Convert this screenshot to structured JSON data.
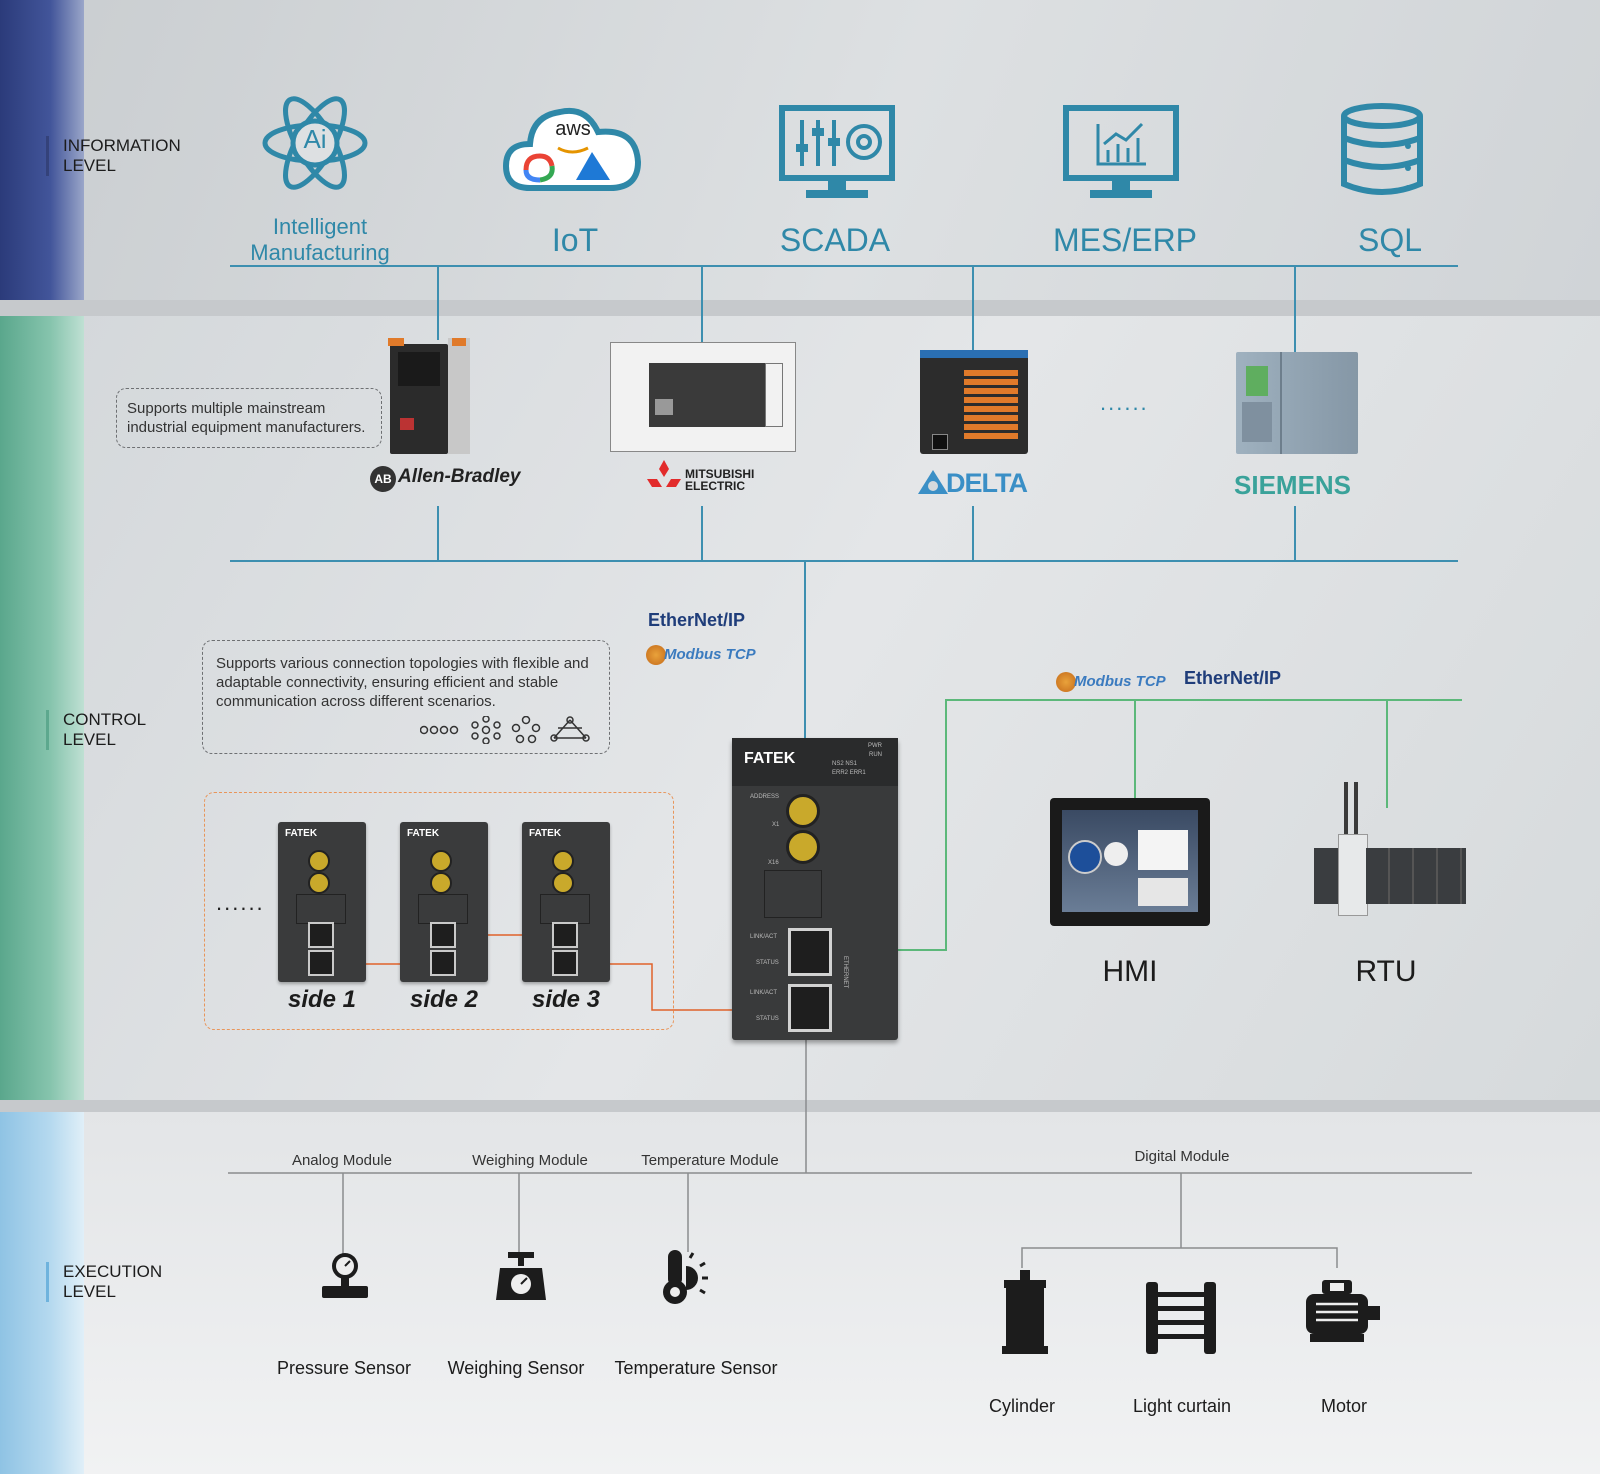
{
  "levels": {
    "information": [
      "INFORMATION",
      "LEVEL"
    ],
    "control": [
      "CONTROL",
      "LEVEL"
    ],
    "execution": [
      "EXECUTION",
      "LEVEL"
    ]
  },
  "information_items": {
    "ai": {
      "icon": "ai-atom-icon",
      "glyph": "Ai",
      "label": [
        "Intelligent",
        "Manufacturing"
      ]
    },
    "iot": {
      "icon": "aws-cloud-icon",
      "glyph": "aws",
      "label": "IoT"
    },
    "scada": {
      "icon": "scada-monitor-icon",
      "label": "SCADA"
    },
    "meserp": {
      "icon": "chart-monitor-icon",
      "label": "MES/ERP"
    },
    "sql": {
      "icon": "database-icon",
      "label": "SQL"
    }
  },
  "manufacturers": {
    "note": [
      "Supports multiple mainstream",
      "industrial equipment manufacturers."
    ],
    "allen_bradley": {
      "badge": "AB",
      "name": "Allen-Bradley"
    },
    "mitsubishi": [
      "MITSUBISHI",
      "ELECTRIC"
    ],
    "delta": "DELTA",
    "ellipsis": "......",
    "siemens": "SIEMENS"
  },
  "topology": {
    "note": [
      "Supports various connection topologies with flexible and",
      "adaptable connectivity, ensuring efficient and stable",
      "communication across different scenarios."
    ],
    "icons": [
      "line-topology-icon",
      "star-topology-icon",
      "ring-topology-icon",
      "mesh-topology-icon"
    ]
  },
  "protocols": {
    "ethernet_ip": "EtherNet/IP",
    "modbus_tcp": "Modbus TCP"
  },
  "fatek": {
    "brand": "FATEK",
    "indicators": [
      "PWR",
      "RUN",
      "NS2",
      "NS1",
      "ERR2",
      "ERR1"
    ],
    "address": "ADDRESS",
    "x1": "X1",
    "x16": "X16",
    "port_labels": [
      "LINK/ACT",
      "STATUS",
      "LINK/ACT",
      "STATUS"
    ],
    "ethernet": "ETHERNET"
  },
  "slaves": {
    "ellipsis": "......",
    "labels": [
      "side 1",
      "side 2",
      "side 3"
    ],
    "brand": "FATEK"
  },
  "devices": {
    "hmi": "HMI",
    "rtu": "RTU"
  },
  "modules": {
    "analog": "Analog Module",
    "weighing": "Weighing Module",
    "temperature": "Temperature Module",
    "digital": "Digital Module"
  },
  "sensors": {
    "pressure": "Pressure Sensor",
    "weighing": "Weighing Sensor",
    "temperature": "Temperature Sensor",
    "cylinder": "Cylinder",
    "light_curtain": "Light curtain",
    "motor": "Motor"
  },
  "colors": {
    "info_blue": "#2f88a8",
    "wire_blue": "#3d8fb0",
    "wire_green": "#5cb87a",
    "wire_orange": "#e0622a",
    "dash_orange": "#e8955a"
  }
}
